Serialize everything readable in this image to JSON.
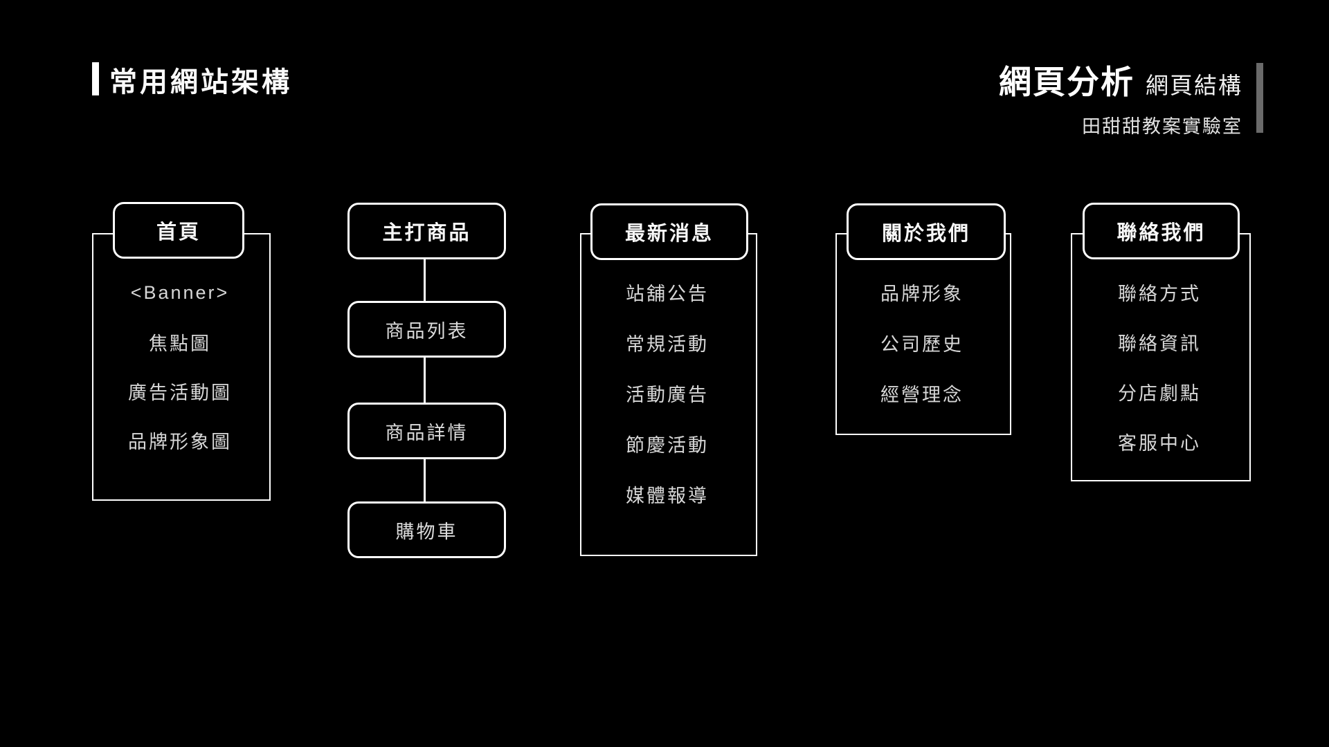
{
  "header": {
    "title": "常用網站架構",
    "brand_title": "網頁分析",
    "brand_subtitle": "網頁結構",
    "brand_caption": "田甜甜教案實驗室"
  },
  "colors": {
    "background": "#000000",
    "line": "#ffffff",
    "header_text": "#f7f7f7",
    "body_text": "#d7d7d7",
    "side_bar_gray": "#6a6a6a"
  },
  "sitemap": {
    "columns": [
      {
        "title": "首頁",
        "type": "list",
        "items": [
          "<Banner>",
          "焦點圖",
          "廣告活動圖",
          "品牌形象圖"
        ]
      },
      {
        "title": "主打商品",
        "type": "chain",
        "items": [
          "商品列表",
          "商品詳情",
          "購物車"
        ]
      },
      {
        "title": "最新消息",
        "type": "list",
        "items": [
          "站舖公告",
          "常規活動",
          "活動廣告",
          "節慶活動",
          "媒體報導"
        ]
      },
      {
        "title": "關於我們",
        "type": "list",
        "items": [
          "品牌形象",
          "公司歷史",
          "經營理念"
        ]
      },
      {
        "title": "聯絡我們",
        "type": "list",
        "items": [
          "聯絡方式",
          "聯絡資訊",
          "分店劇點",
          "客服中心"
        ]
      }
    ]
  }
}
